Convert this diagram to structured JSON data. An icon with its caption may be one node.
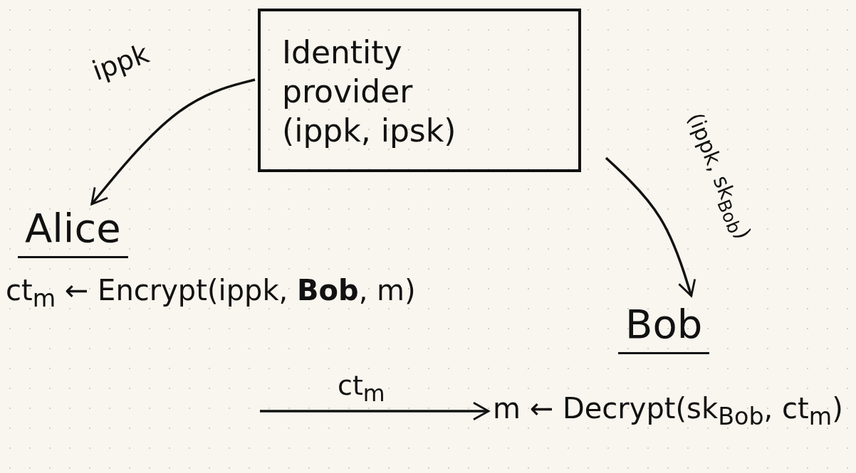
{
  "diagram": {
    "nodes": [
      {
        "text": [
          "Identity provider (ippk, ipsk)"
        ]
      },
      {
        "text": [
          "Alice"
        ]
      },
      {
        "text": [
          "ct$_{m}$ ← Encrypt(ippk, **Bob**, m)"
        ]
      },
      {
        "text": [
          "Bob"
        ]
      },
      {
        "text": [
          "m ← Decrypt(sk$_{Bob}$, ct$_{m}$)"
        ]
      }
    ],
    "edges": [
      {
        "from": 0,
        "to": 1,
        "arrow": "to",
        "label": "ippk"
      },
      {
        "from": 0,
        "to": 3,
        "arrow": "to",
        "label": "(ippk, sk$_{Bob}$)"
      },
      {
        "from": null,
        "to": 4,
        "arrow": "to",
        "label": "ct$_{m}$"
      }
    ]
  }
}
